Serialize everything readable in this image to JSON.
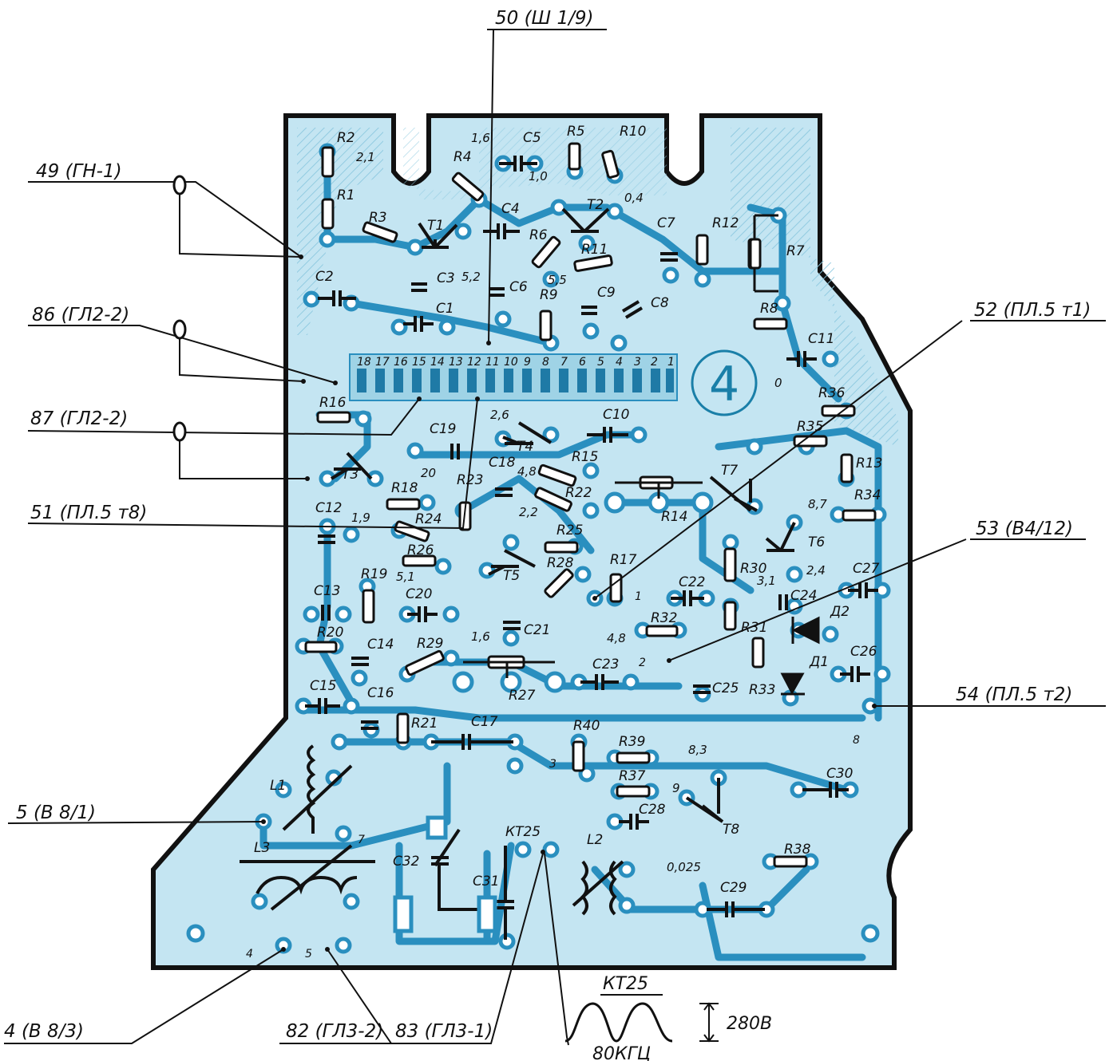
{
  "colors": {
    "board": "#bfe3f1",
    "trace": "#2a8fbf",
    "ink": "#111111",
    "pad": "#ffffff"
  },
  "callouts": {
    "c50": "50 (Ш 1/9)",
    "c49": "49 (ГН-1)",
    "c86": "86 (ГЛ2-2)",
    "c87": "87 (ГЛ2-2)",
    "c51": "51 (ПЛ.5 т8)",
    "c52": "52 (ПЛ.5 т1)",
    "c53": "53 (В4/12)",
    "c54": "54 (ПЛ.5 т2)",
    "c5": "5 (В 8/1)",
    "c4": "4 (В 8/3)",
    "c82": "82 (ГЛ3-2)",
    "c83": "83 (ГЛ3-1)"
  },
  "board_number": "4",
  "components": {
    "R1": "R1",
    "R2": "R2",
    "R3": "R3",
    "R4": "R4",
    "R5": "R5",
    "R6": "R6",
    "R7": "R7",
    "R8": "R8",
    "R9": "R9",
    "R10": "R10",
    "R11": "R11",
    "R12": "R12",
    "R13": "R13",
    "R14": "R14",
    "R15": "R15",
    "R16": "R16",
    "R17": "R17",
    "R18": "R18",
    "R19": "R19",
    "R20": "R20",
    "R21": "R21",
    "R22": "R22",
    "R23": "R23",
    "R24": "R24",
    "R25": "R25",
    "R26": "R26",
    "R27": "R27",
    "R28": "R28",
    "R29": "R29",
    "R30": "R30",
    "R31": "R31",
    "R32": "R32",
    "R33": "R33",
    "R34": "R34",
    "R35": "R35",
    "R36": "R36",
    "R37": "R37",
    "R38": "R38",
    "R39": "R39",
    "R40": "R40",
    "C1": "C1",
    "C2": "C2",
    "C3": "C3",
    "C4": "C4",
    "C5": "C5",
    "C6": "C6",
    "C7": "C7",
    "C8": "C8",
    "C9": "C9",
    "C10": "C10",
    "C11": "C11",
    "C12": "C12",
    "C13": "C13",
    "C14": "C14",
    "C15": "C15",
    "C16": "C16",
    "C17": "C17",
    "C18": "C18",
    "C19": "C19",
    "C20": "C20",
    "C21": "C21",
    "C22": "C22",
    "C23": "C23",
    "C24": "C24",
    "C25": "C25",
    "C26": "C26",
    "C27": "C27",
    "C28": "C28",
    "C29": "C29",
    "C30": "C30",
    "C31": "C31",
    "C32": "C32",
    "T1": "T1",
    "T2": "T2",
    "T3": "T3",
    "T4": "T4",
    "T5": "T5",
    "T6": "T6",
    "T7": "T7",
    "T8": "T8",
    "D1": "Д1",
    "D2": "Д2",
    "L1": "L1",
    "L2": "L2",
    "L3": "L3",
    "KT25": "КТ25"
  },
  "voltages": {
    "v1": "2,1",
    "v2": "1,6",
    "v3": "1,0",
    "v4": "0,4",
    "v5": "5,2",
    "v6": "5,5",
    "v7": "2,6",
    "v8": "20",
    "v9": "4,8",
    "v10": "2,2",
    "v11": "1,9",
    "v12": "5,1",
    "v13": "1,6",
    "v14": "4,8",
    "v15": "3,1",
    "v16": "2,4",
    "v17": "8,7",
    "v18": "0",
    "v19": "8,3",
    "v20": "9",
    "v21": "0,025"
  },
  "connector_pins": [
    "18",
    "17",
    "16",
    "15",
    "14",
    "13",
    "12",
    "11",
    "10",
    "9",
    "8",
    "7",
    "6",
    "5",
    "4",
    "3",
    "2",
    "1"
  ],
  "pad_numbers": {
    "p1": "1",
    "p2": "2",
    "p3": "3",
    "p4": "4",
    "p5": "5",
    "p7": "7",
    "p8": "8"
  },
  "waveform": {
    "title": "КТ25",
    "frequency": "80КГЦ",
    "amplitude": "280В"
  }
}
